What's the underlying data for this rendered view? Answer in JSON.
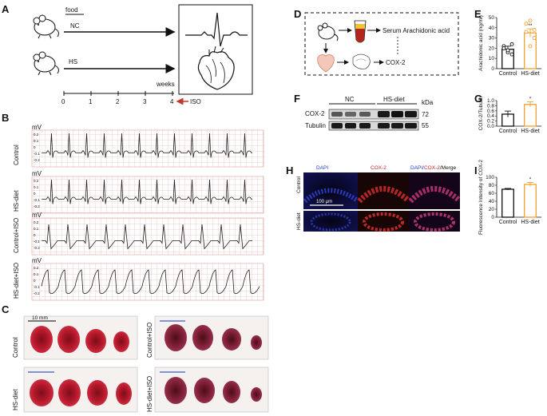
{
  "panels": {
    "A": "A",
    "B": "B",
    "C": "C",
    "D": "D",
    "E": "E",
    "F": "F",
    "G": "G",
    "H": "H",
    "I": "I"
  },
  "panel_a": {
    "food_label": "food",
    "groups": [
      "NC",
      "HS"
    ],
    "weeks_label": "weeks",
    "ticks": [
      "0",
      "1",
      "2",
      "3",
      "4"
    ],
    "iso_label": "ISO"
  },
  "panel_b": {
    "unit": "mV",
    "traces": [
      "Control",
      "HS-diet",
      "Control+ISO",
      "HS-diet+ISO"
    ],
    "yticks": [
      "0.2",
      "0.1",
      "0",
      "-0.1",
      "-0.2"
    ]
  },
  "panel_c": {
    "scale_bar": "10 mm",
    "groups": [
      "Control",
      "Control+ISO",
      "HS-diet",
      "HS-diet+ISO"
    ]
  },
  "panel_d": {
    "serum_label": "Serum Arachidonic acid",
    "cox_label": "COX-2"
  },
  "panel_f": {
    "nc": "NC",
    "hs": "HS-diet",
    "kda": "kDa",
    "rows": [
      {
        "name": "COX-2",
        "kda": "72"
      },
      {
        "name": "Tubulin",
        "kda": "55"
      }
    ]
  },
  "panel_h": {
    "col_dapi": "DAPI",
    "col_cox": "COX-2",
    "col_merge_a": "DAPI/",
    "col_merge_b": "COX-2",
    "col_merge_c": "/Merge",
    "row_control": "Control",
    "row_hs": "HS-diet",
    "scale": "100 μm"
  },
  "chart_data": [
    {
      "type": "bar",
      "panel": "E",
      "categories": [
        "Control",
        "HS-diet"
      ],
      "values": [
        19,
        35
      ],
      "errors": [
        3,
        4
      ],
      "ylabel": "Arachidonic acid (ng/ml)",
      "ylim": [
        0,
        50
      ],
      "yticks": [
        0,
        10,
        20,
        30,
        40,
        50
      ],
      "significance": [
        "",
        "**"
      ],
      "points": [
        [
          22,
          16,
          14,
          20,
          18,
          24
        ],
        [
          44,
          47,
          30,
          36,
          22,
          38
        ]
      ],
      "colors": [
        "#111111",
        "#f0a030"
      ]
    },
    {
      "type": "bar",
      "panel": "G",
      "categories": [
        "Control",
        "HS-diet"
      ],
      "values": [
        0.47,
        0.85
      ],
      "errors": [
        0.12,
        0.1
      ],
      "ylabel": "COX-2/Tubulin",
      "ylim": [
        0,
        1.0
      ],
      "yticks": [
        0.0,
        0.2,
        0.4,
        0.6,
        0.8,
        1.0
      ],
      "significance": [
        "",
        "*"
      ],
      "colors": [
        "#111111",
        "#f0a030"
      ]
    },
    {
      "type": "bar",
      "panel": "I",
      "categories": [
        "Control",
        "HS-diet"
      ],
      "values": [
        70,
        82
      ],
      "errors": [
        2,
        5
      ],
      "ylabel": "Fluorescence Intensity of COX-2",
      "ylim": [
        0,
        100
      ],
      "yticks": [
        0,
        20,
        40,
        60,
        80,
        100
      ],
      "significance": [
        "",
        "*"
      ],
      "colors": [
        "#111111",
        "#f0a030"
      ]
    }
  ]
}
